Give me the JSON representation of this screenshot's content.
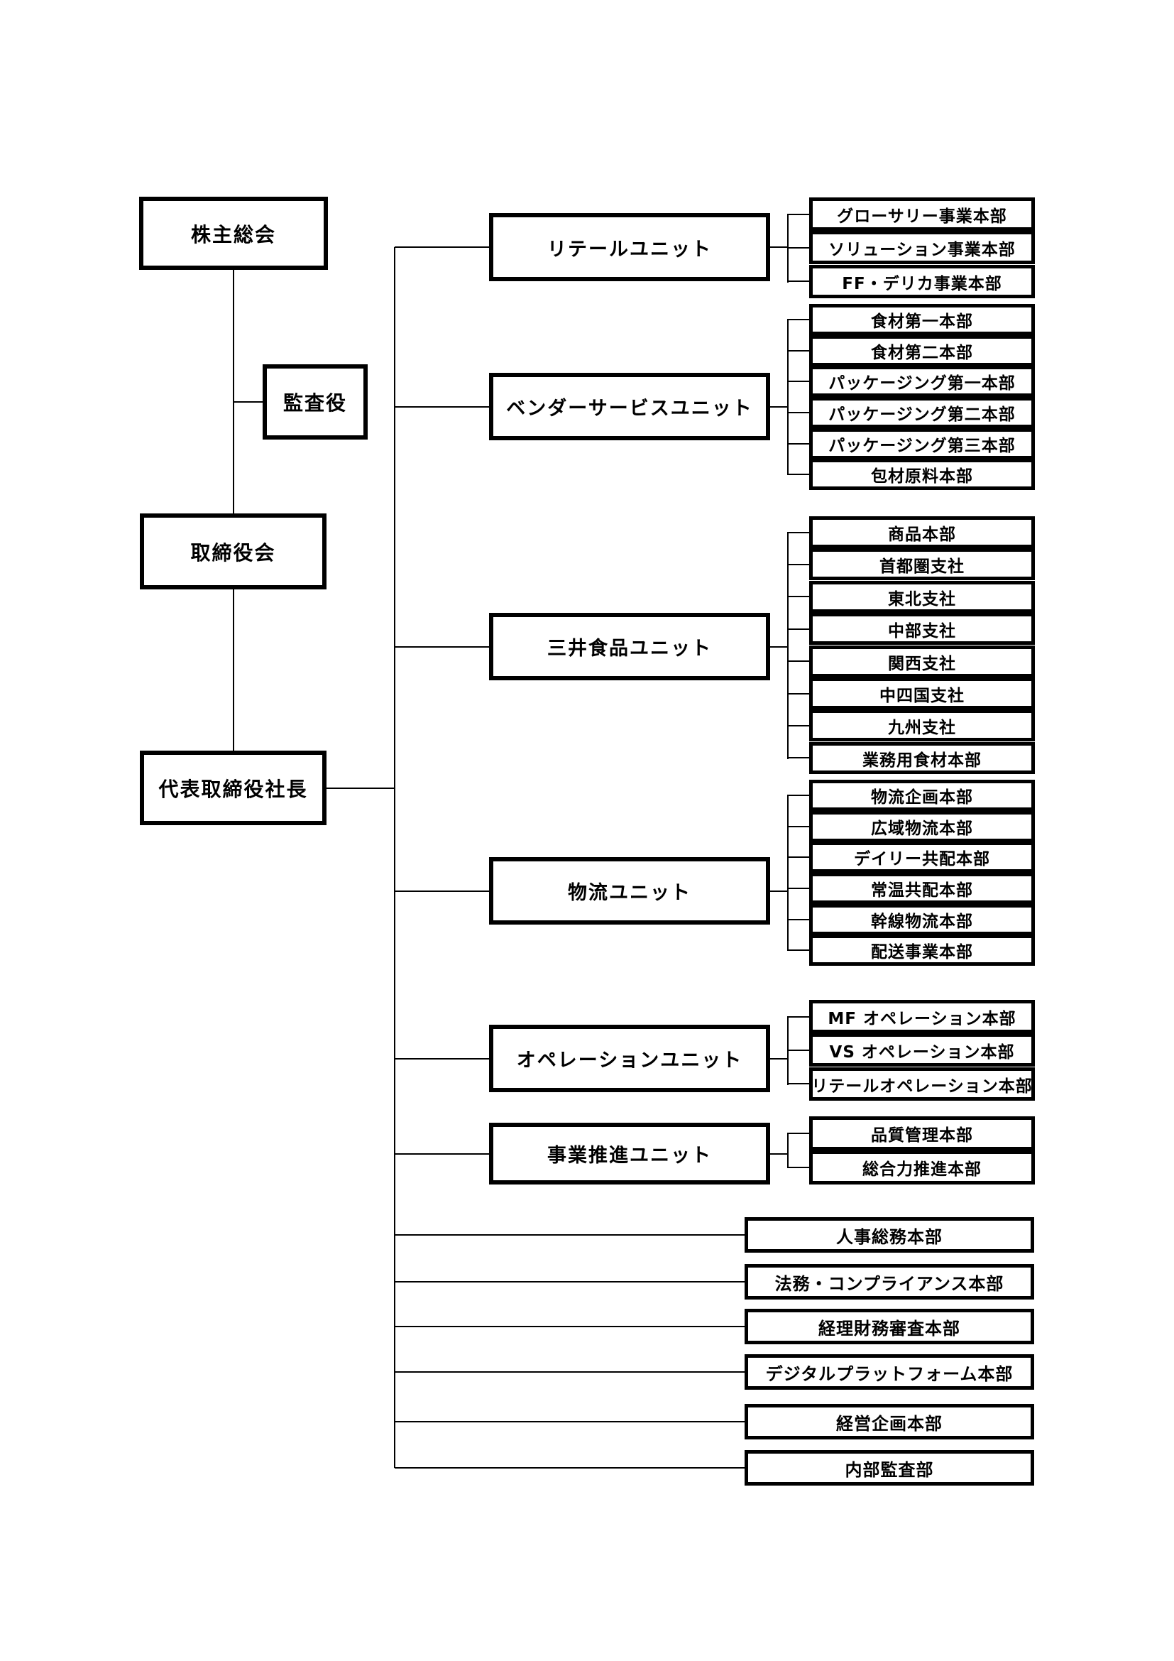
{
  "governance": {
    "shareholders": "株主総会",
    "auditors": "監査役",
    "board": "取締役会",
    "president": "代表取締役社長"
  },
  "units": [
    {
      "label": "リテールユニット",
      "children": [
        "グローサリー事業本部",
        "ソリューション事業本部",
        "FF・デリカ事業本部"
      ]
    },
    {
      "label": "ベンダーサービスユニット",
      "children": [
        "食材第一本部",
        "食材第二本部",
        "パッケージング第一本部",
        "パッケージング第二本部",
        "パッケージング第三本部",
        "包材原料本部"
      ]
    },
    {
      "label": "三井食品ユニット",
      "children": [
        "商品本部",
        "首都圏支社",
        "東北支社",
        "中部支社",
        "関西支社",
        "中四国支社",
        "九州支社",
        "業務用食材本部"
      ]
    },
    {
      "label": "物流ユニット",
      "children": [
        "物流企画本部",
        "広域物流本部",
        "デイリー共配本部",
        "常温共配本部",
        "幹線物流本部",
        "配送事業本部"
      ]
    },
    {
      "label": "オペレーションユニット",
      "children": [
        "MF オペレーション本部",
        "VS オペレーション本部",
        "リテールオペレーション本部"
      ]
    },
    {
      "label": "事業推進ユニット",
      "children": [
        "品質管理本部",
        "総合力推進本部"
      ]
    }
  ],
  "direct_departments": [
    "人事総務本部",
    "法務・コンプライアンス本部",
    "経理財務審査本部",
    "デジタルプラットフォーム本部",
    "経営企画本部",
    "内部監査部"
  ],
  "colors": {
    "line": "#000000",
    "box_border": "#000000",
    "background": "#ffffff",
    "text": "#000000"
  }
}
